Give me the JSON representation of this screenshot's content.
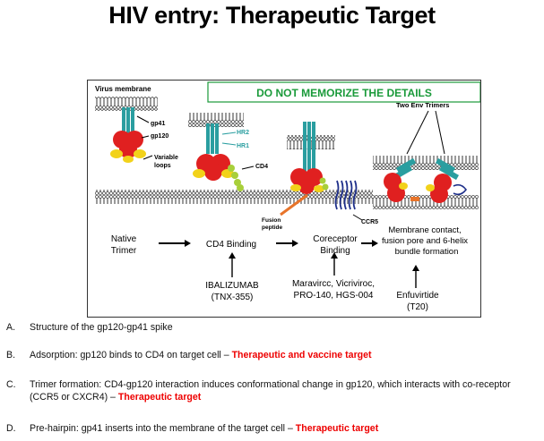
{
  "title": "HIV entry: Therapeutic Target",
  "figure": {
    "note_box": "DO NOT MEMORIZE THE DETAILS",
    "labels": {
      "virus_membrane": "Virus membrane",
      "two_env_trimers": "Two Env Trimers",
      "gp41": "gp41",
      "gp120": "gp120",
      "variable_loops": "Variable\nloops",
      "hr2": "HR2",
      "hr1": "HR1",
      "cd4": "CD4",
      "fusion_peptide": "Fusion\npeptide",
      "ccr5": "CCR5"
    },
    "stages": {
      "native_trimer": "Native\nTrimer",
      "cd4_binding": "CD4 Binding",
      "coreceptor_binding": "Coreceptor\nBinding",
      "membrane_contact": "Membrane contact,\nfusion pore and 6-helix\nbundle formation"
    },
    "drugs": {
      "cd4": "IBALIZUMAB\n(TNX-355)",
      "coreceptor": "Maravircc,  Vicriviroc,\nPRO-140,  HGS-004",
      "fusion": "Enfuvirtide\n(T20)"
    }
  },
  "bullets": [
    {
      "letter": "A.",
      "text": "Structure of the gp120-gp41 spike",
      "highlight": ""
    },
    {
      "letter": "B.",
      "text": "Adsorption: gp120 binds to CD4 on target cell – ",
      "highlight": "Therapeutic and vaccine target"
    },
    {
      "letter": "C.",
      "text": "Trimer formation: CD4-gp120 interaction induces conformational change in gp120, which interacts with co-receptor (CCR5 or CXCR4) – ",
      "highlight": "Therapeutic target"
    },
    {
      "letter": "D.",
      "text": "Pre-hairpin: gp41 inserts into the membrane of the target cell – ",
      "highlight": "Therapeutic target"
    }
  ]
}
